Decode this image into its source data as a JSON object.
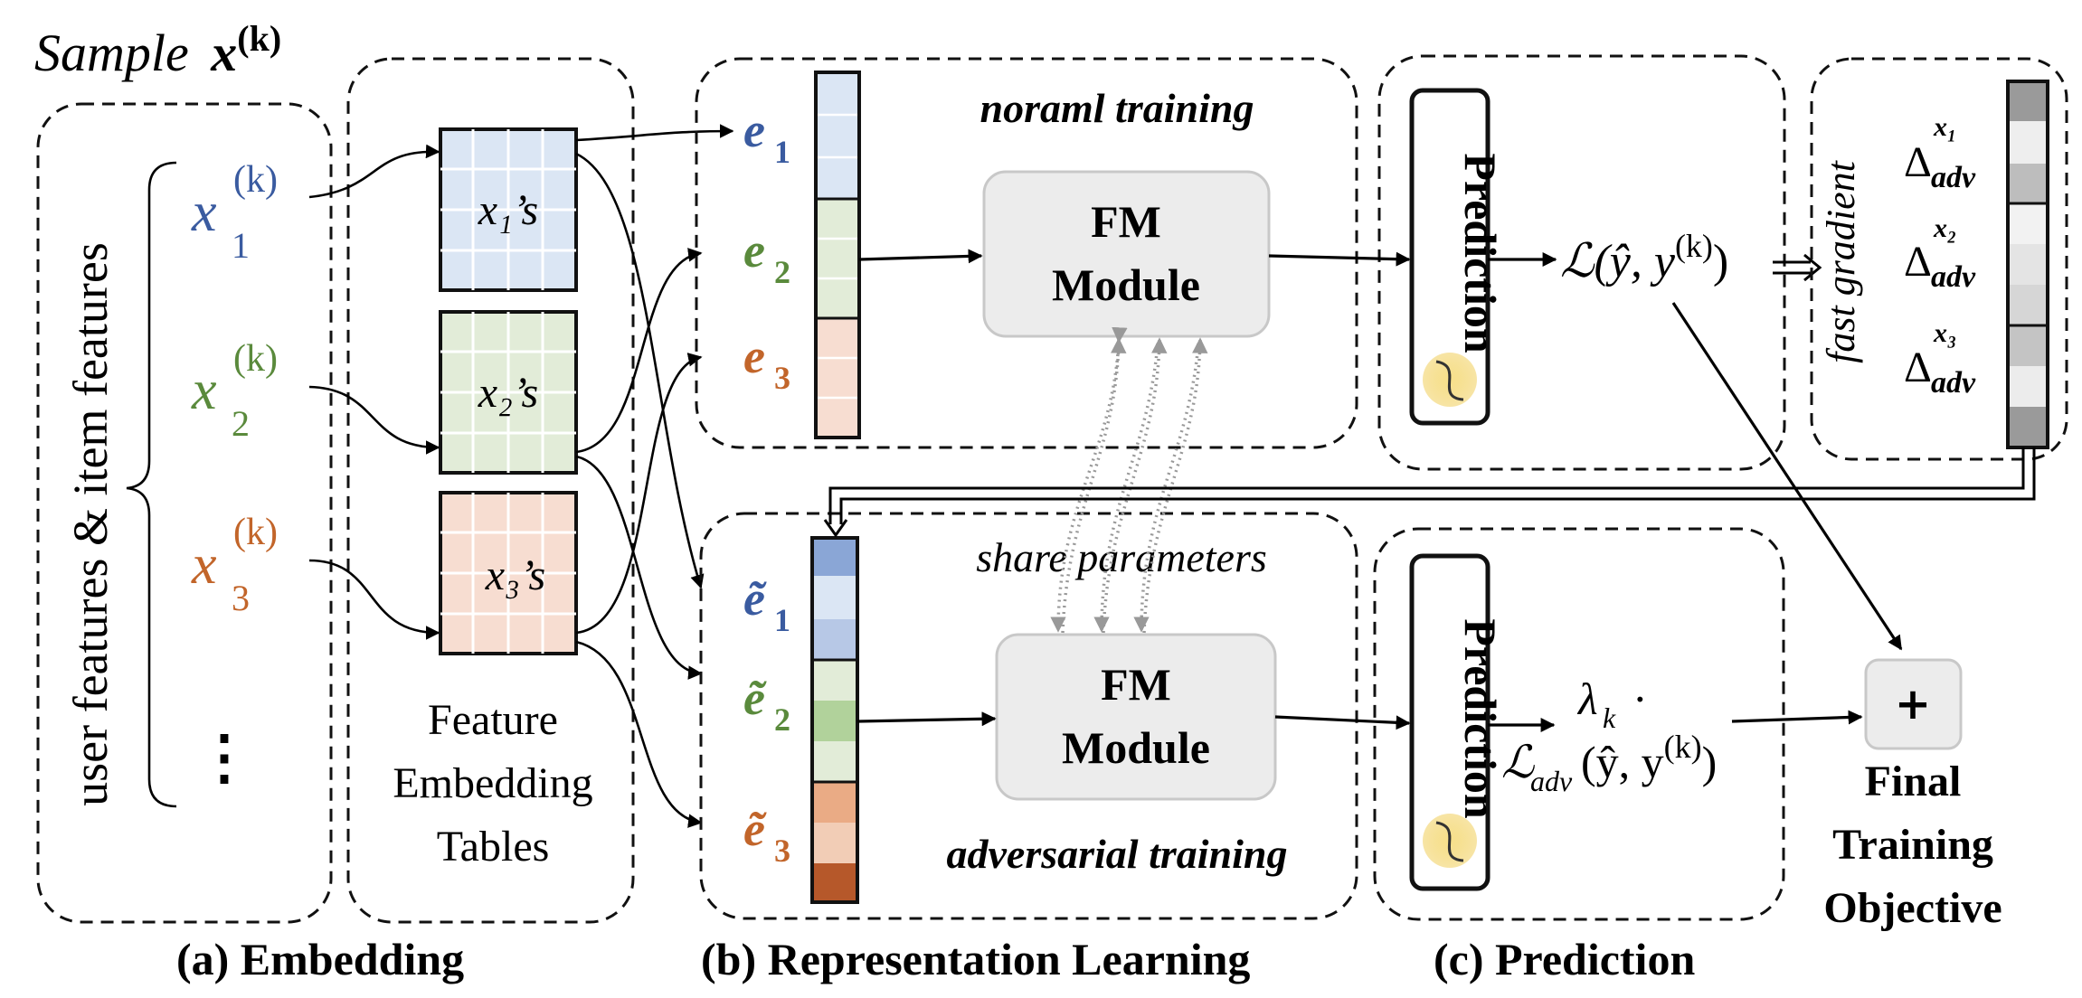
{
  "sample_label": "Sample",
  "sample_symbol": "x",
  "sample_superscript": "(k)",
  "side_label": "user features & item features",
  "features": [
    {
      "base": "x",
      "sub": "1",
      "sup": "(k)",
      "color": "#3a5ba0"
    },
    {
      "base": "x",
      "sub": "2",
      "sup": "(k)",
      "color": "#5a8a3c"
    },
    {
      "base": "x",
      "sub": "3",
      "sup": "(k)",
      "color": "#c2652a"
    }
  ],
  "ellipsis": "⋮",
  "tables": [
    {
      "label": "x₁’s",
      "fill": "#dbe6f4"
    },
    {
      "label": "x₂’s",
      "fill": "#e2ecd8"
    },
    {
      "label": "x₃’s",
      "fill": "#f7ddd1"
    }
  ],
  "table_caption": [
    "Feature",
    "Embedding",
    "Tables"
  ],
  "embeddings": [
    {
      "base": "e",
      "sub": "1",
      "color": "#3a5ba0"
    },
    {
      "base": "e",
      "sub": "2",
      "color": "#5a8a3c"
    },
    {
      "base": "e",
      "sub": "3",
      "color": "#c2652a"
    }
  ],
  "adv_embeddings": [
    {
      "base": "ẽ",
      "sub": "1",
      "color": "#3a5ba0"
    },
    {
      "base": "ẽ",
      "sub": "2",
      "color": "#5a8a3c"
    },
    {
      "base": "ẽ",
      "sub": "3",
      "color": "#c2652a"
    }
  ],
  "normal_training_label": "noraml  training",
  "adversarial_training_label": "adversarial  training",
  "share_label": "share parameters",
  "fm_module": [
    "FM",
    "Module"
  ],
  "prediction_label": "Prediction",
  "loss_normal": "ℒ(ŷ, y",
  "loss_sup": "(k)",
  "loss_close": ")",
  "loss_adv_line1": "λ",
  "loss_adv_lambda_sub": "k",
  "loss_adv_dot": "·",
  "loss_adv_L": "ℒ",
  "loss_adv_sub": "adv",
  "loss_adv_args": "(ŷ, y",
  "fast_gradient_label": "fast gradient",
  "deltas": [
    {
      "base": "Δ",
      "sup": "x₁",
      "sub": "adv"
    },
    {
      "base": "Δ",
      "sup": "x₂",
      "sub": "adv"
    },
    {
      "base": "Δ",
      "sup": "x₃",
      "sub": "adv"
    }
  ],
  "plus_label": "+",
  "final_objective": [
    "Final",
    "Training",
    "Objective"
  ],
  "captions": [
    "(a) Embedding",
    "(b) Representation Learning",
    "(c) Prediction"
  ]
}
